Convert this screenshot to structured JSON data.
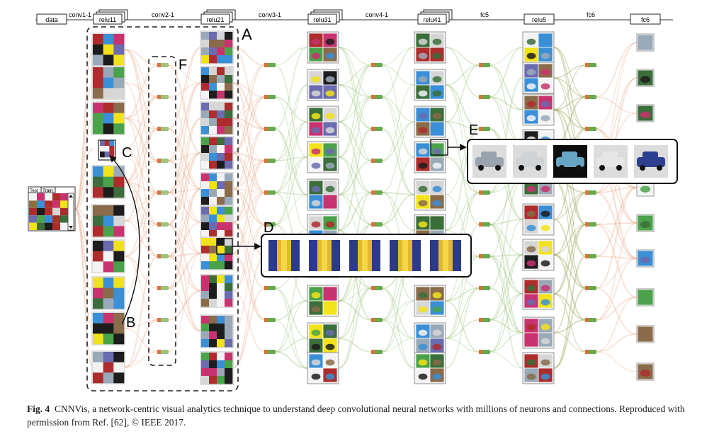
{
  "figure": {
    "layer_boxes": [
      "data",
      "relu11",
      "relu21",
      "relu31",
      "relu41",
      "relu5",
      "fc6"
    ],
    "connector_labels": [
      "conv1-1",
      "conv2-1",
      "conv3-1",
      "conv4-1",
      "fc5",
      "fc6"
    ],
    "input_tabs": [
      "Test",
      "Train"
    ],
    "callouts": [
      "A",
      "B",
      "C",
      "D",
      "E",
      "F"
    ],
    "colors": {
      "orange_edge": "#e8a889",
      "green_edge": "#9cc47a",
      "olive_edge": "#8f9a45",
      "node_orange": "#d9733a",
      "node_green": "#6aa84f",
      "box_stroke": "#222222"
    }
  },
  "caption": {
    "label": "Fig. 4",
    "text": "CNNVis, a network-centric visual analytics technique to understand deep convolutional neural networks with millions of neurons and connections. Reproduced with permission from Ref. [62], © IEEE 2017."
  }
}
